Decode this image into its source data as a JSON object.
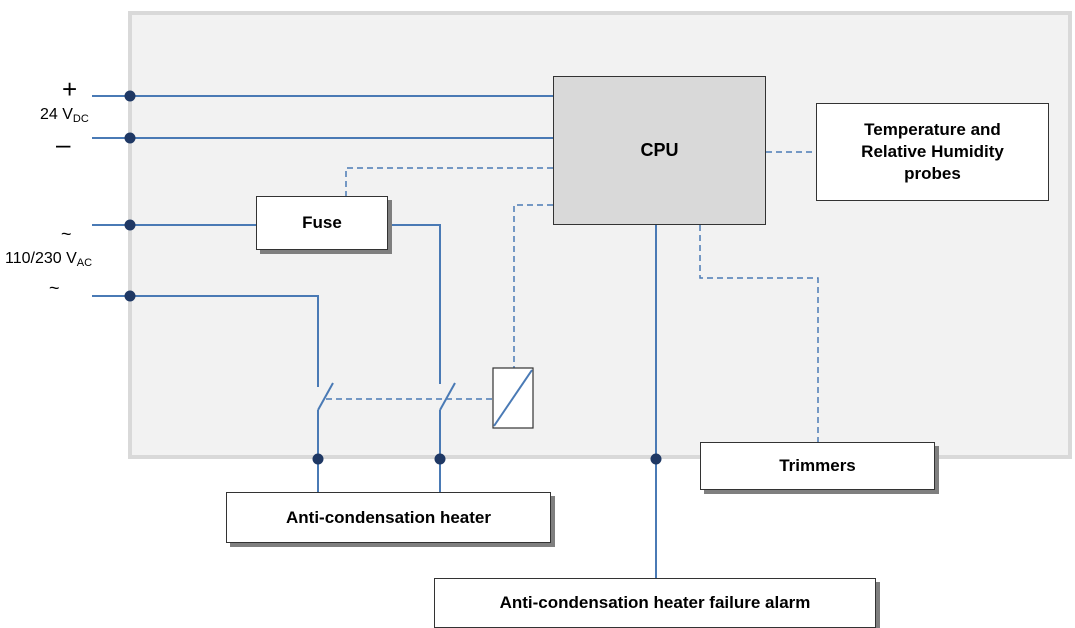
{
  "labels": {
    "plus": "+",
    "minus": "–",
    "dc_voltage": "24 V",
    "dc_suffix": "DC",
    "tilde_top": "~",
    "tilde_bottom": "~",
    "ac_voltage": "110/230 V",
    "ac_suffix": "AC"
  },
  "boxes": {
    "cpu": "CPU",
    "fuse": "Fuse",
    "probes_line1": "Temperature and",
    "probes_line2": "Relative Humidity",
    "probes_line3": "probes",
    "trimmers": "Trimmers",
    "heater": "Anti-condensation heater",
    "alarm": "Anti-condensation heater failure alarm"
  },
  "colors": {
    "wire": "#4a7ab5",
    "node": "#1f3864",
    "enclosure_fill": "#f2f2f2",
    "enclosure_border": "#d9d9d9",
    "cpu_fill": "#d9d9d9",
    "box_shadow": "#7f7f7f"
  }
}
